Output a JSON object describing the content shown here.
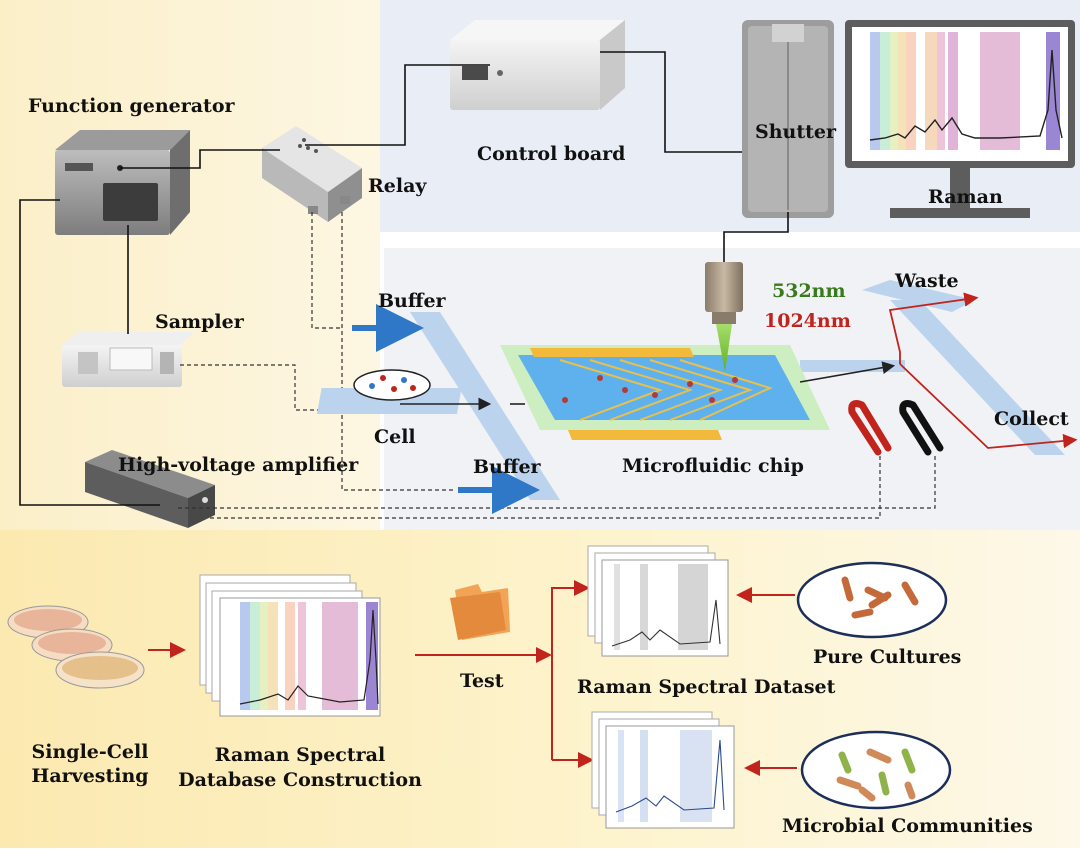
{
  "labels": {
    "function_generator": "Function generator",
    "relay": "Relay",
    "control_board": "Control board",
    "shutter": "Shutter",
    "raman": "Raman",
    "sampler": "Sampler",
    "buffer_top": "Buffer",
    "buffer_bottom": "Buffer",
    "cell": "Cell",
    "laser_532": "532nm",
    "laser_1024": "1024nm",
    "waste": "Waste",
    "collect": "Collect",
    "microfluidic_chip": "Microfluidic chip",
    "hv_amplifier": "High-voltage amplifier",
    "single_cell_harvesting": "Single-Cell\nHarvesting",
    "database_construction": "Raman Spectral\nDatabase Construction",
    "test": "Test",
    "spectral_dataset": "Raman Spectral Dataset",
    "pure_cultures": "Pure Cultures",
    "microbial_communities": "Microbial Communities"
  },
  "colors": {
    "top_left_bg": "#fcf1cf",
    "top_right_bg": "#e9eef6",
    "chip_panel_bg": "#f1f2f6",
    "bottom_bg": "#fdf0bf",
    "channel_blue": "#bcd3ee",
    "chip_blue": "#5fb1ee",
    "chip_green": "#cdeec0",
    "electrode_orange": "#f2b93b",
    "arrow_blue": "#2f78c8",
    "arrow_red": "#c0241c",
    "laser_green": "#7cc23c"
  }
}
